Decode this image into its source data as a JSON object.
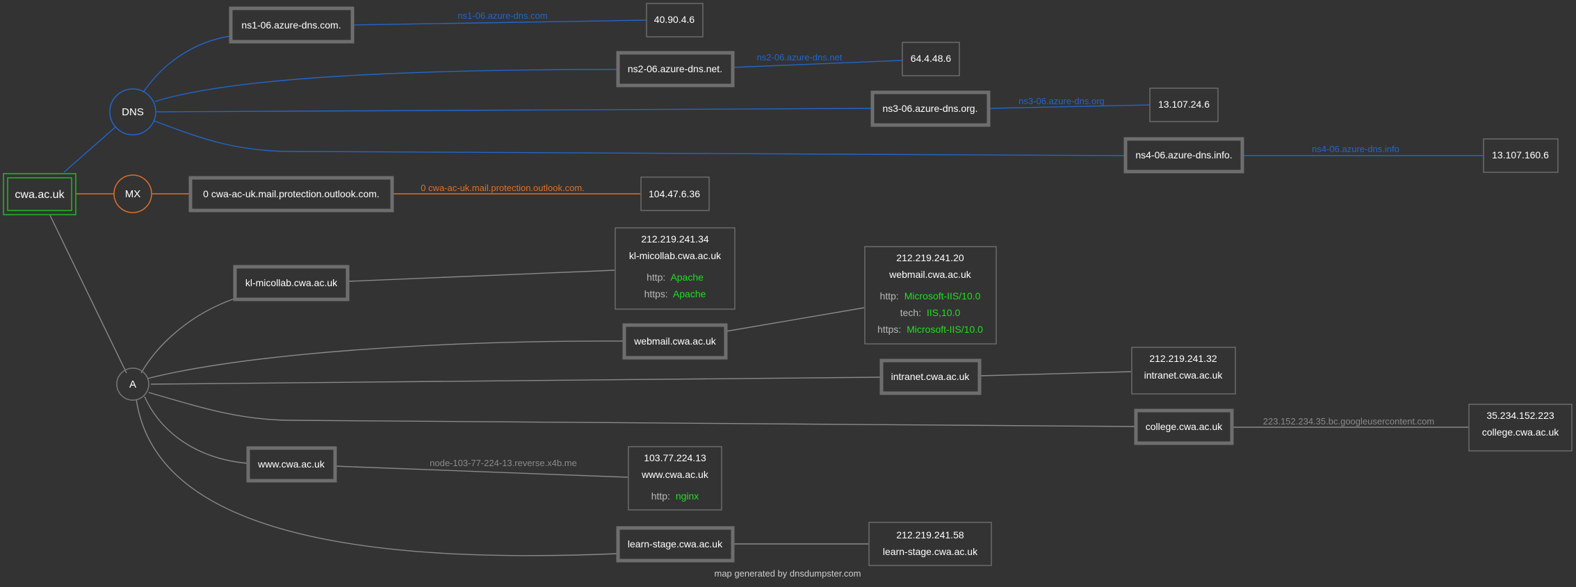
{
  "colors": {
    "background": "#333333",
    "dns": "#2266cc",
    "mx": "#e0702a",
    "a": "#8a8a8a",
    "box_border_thick": "#6e6e6e",
    "box_border_thin": "#7a7a7a",
    "root": "#22bb22",
    "text": "#ffffff",
    "key_text": "#b8b8b8",
    "value_green": "#22dd22"
  },
  "root": {
    "label": "cwa.ac.uk"
  },
  "types": {
    "dns": "DNS",
    "mx": "MX",
    "a": "A"
  },
  "dns_records": [
    {
      "host": "ns1-06.azure-dns.com.",
      "edge_label": "ns1-06.azure-dns.com",
      "ip": "40.90.4.6"
    },
    {
      "host": "ns2-06.azure-dns.net.",
      "edge_label": "ns2-06.azure-dns.net",
      "ip": "64.4.48.6"
    },
    {
      "host": "ns3-06.azure-dns.org.",
      "edge_label": "ns3-06.azure-dns.org",
      "ip": "13.107.24.6"
    },
    {
      "host": "ns4-06.azure-dns.info.",
      "edge_label": "ns4-06.azure-dns.info",
      "ip": "13.107.160.6"
    }
  ],
  "mx_records": [
    {
      "host": "0 cwa-ac-uk.mail.protection.outlook.com.",
      "edge_label": "0 cwa-ac-uk.mail.protection.outlook.com.",
      "ip": "104.47.6.36"
    }
  ],
  "a_records": [
    {
      "host": "kl-micollab.cwa.ac.uk",
      "edge_label": "",
      "info": {
        "ip": "212.219.241.34",
        "name": "kl-micollab.cwa.ac.uk",
        "banners": [
          {
            "key": "http:",
            "value": "Apache"
          },
          {
            "key": "https:",
            "value": "Apache"
          }
        ]
      }
    },
    {
      "host": "webmail.cwa.ac.uk",
      "edge_label": "",
      "info": {
        "ip": "212.219.241.20",
        "name": "webmail.cwa.ac.uk",
        "banners": [
          {
            "key": "http:",
            "value": "Microsoft-IIS/10.0"
          },
          {
            "key": "tech:",
            "value": "IIS,10.0"
          },
          {
            "key": "https:",
            "value": "Microsoft-IIS/10.0"
          }
        ]
      }
    },
    {
      "host": "intranet.cwa.ac.uk",
      "edge_label": "",
      "info": {
        "ip": "212.219.241.32",
        "name": "intranet.cwa.ac.uk",
        "banners": []
      }
    },
    {
      "host": "college.cwa.ac.uk",
      "edge_label": "223.152.234.35.bc.googleusercontent.com",
      "info": {
        "ip": "35.234.152.223",
        "name": "college.cwa.ac.uk",
        "banners": []
      }
    },
    {
      "host": "www.cwa.ac.uk",
      "edge_label": "node-103-77-224-13.reverse.x4b.me",
      "info": {
        "ip": "103.77.224.13",
        "name": "www.cwa.ac.uk",
        "banners": [
          {
            "key": "http:",
            "value": "nginx"
          }
        ]
      }
    },
    {
      "host": "learn-stage.cwa.ac.uk",
      "edge_label": "",
      "info": {
        "ip": "212.219.241.58",
        "name": "learn-stage.cwa.ac.uk",
        "banners": []
      }
    }
  ],
  "footer": "map generated by dnsdumpster.com"
}
